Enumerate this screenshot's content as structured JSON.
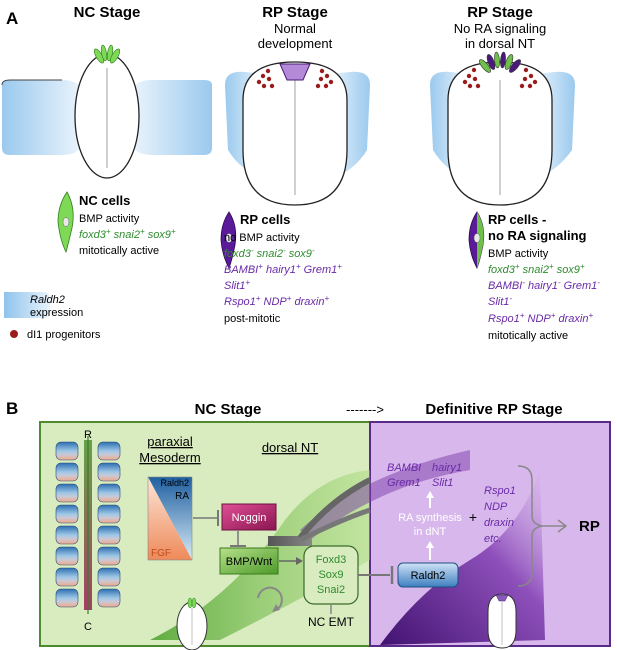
{
  "panel_a": {
    "label": "A",
    "nc_stage": {
      "title": "NC Stage"
    },
    "rp_normal": {
      "title": "RP Stage",
      "subtitle_1": "Normal",
      "subtitle_2": "development"
    },
    "rp_nora": {
      "title": "RP Stage",
      "subtitle_1": "No RA signaling",
      "subtitle_2": "in dorsal NT"
    },
    "nc_cells": {
      "heading": "NC cells",
      "line1": "BMP activity",
      "line2_g1": "foxd3",
      "line2_g2": "snai2",
      "line2_g3": "sox9",
      "sup": "+",
      "line3": "mitotically active"
    },
    "rp_cells": {
      "heading": "RP cells",
      "line1": "no BMP activity",
      "line2_g1": "foxd3",
      "line2_g2": "snai2",
      "line2_g3": "sox9",
      "sup_minus": "-",
      "line3_g1": "BAMBI",
      "line3_g2": "hairy1",
      "line3_g3": "Grem1",
      "sup_plus": "+",
      "line4": "Slit1",
      "line5_g1": "Rspo1",
      "line5_g2": "NDP",
      "line5_g3": "draxin",
      "line6": "post-mitotic"
    },
    "rp_cells_nora": {
      "heading_1": "RP cells -",
      "heading_2": "no RA signaling",
      "line1": "BMP activity",
      "line2_g1": "foxd3",
      "line2_g2": "snai2",
      "line2_g3": "sox9",
      "line3_g1": "BAMBI",
      "line3_g2": "hairy1",
      "line3_g3": "Grem1",
      "line4": "Slit1",
      "line5_g1": "Rspo1",
      "line5_g2": "NDP",
      "line5_g3": "draxin",
      "line6": "mitotically active"
    },
    "legend": {
      "raldh2_1": "Raldh2",
      "raldh2_2": "expression",
      "dl1": "dI1 progenitors"
    }
  },
  "panel_b": {
    "label": "B",
    "nc_stage": "NC Stage",
    "arrow": "------->",
    "definitive": "Definitive RP Stage",
    "paraxial_1": "paraxial",
    "paraxial_2": "Mesoderm",
    "dorsal_nt": "dorsal NT",
    "axis_r": "R",
    "axis_c": "C",
    "grad_raldh2": "Raldh2",
    "grad_ra": "RA",
    "grad_fgf": "FGF",
    "noggin": "Noggin",
    "bmpwnt": "BMP/Wnt",
    "foxd3": "Foxd3",
    "sox9": "Sox9",
    "snai2": "Snai2",
    "nc_emt": "NC EMT",
    "bambi": "BAMBI",
    "hairy1": "hairy1",
    "grem1": "Grem1",
    "slit1": "Slit1",
    "ra_synth_1": "RA synthesis",
    "ra_synth_2": "in dNT",
    "raldh2": "Raldh2",
    "plus": "+",
    "rspo1": "Rspo1",
    "ndp": "NDP",
    "draxin": "draxin",
    "etc": "etc.",
    "rp": "RP"
  },
  "colors": {
    "green_bg": "#d9ecc0",
    "green_border": "#4f8a2e",
    "purple_bg": "#d8b8ec",
    "purple_border": "#5a2a8a",
    "gene_green": "#2e8b2e",
    "gene_purple": "#6a2aa8",
    "raldh2_blue": "#8fc3ec",
    "dl1_red": "#9b1b1b"
  }
}
